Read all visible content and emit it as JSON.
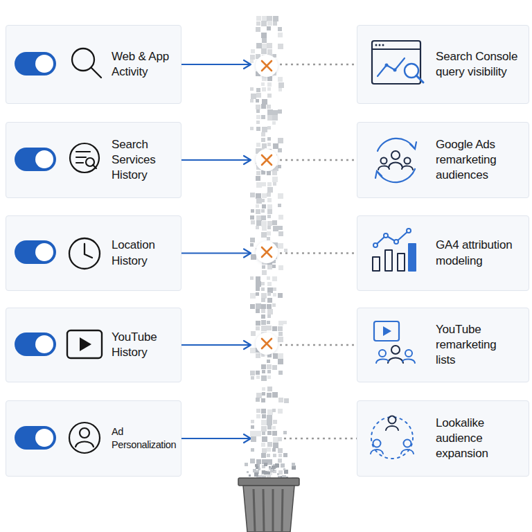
{
  "diagram": {
    "nodes": [
      {
        "text": [
          "Web & App Activity"
        ]
      },
      {
        "text": [
          "Search Services History"
        ]
      },
      {
        "text": [
          "Location History"
        ]
      },
      {
        "text": [
          "YouTube History"
        ]
      },
      {
        "text": [
          "Ad Personalization"
        ]
      },
      {
        "text": [
          "Search Console query visibility"
        ]
      },
      {
        "text": [
          "Google Ads remarketing audiences"
        ]
      },
      {
        "text": [
          "GA4 attribution modeling"
        ]
      },
      {
        "text": [
          "YouTube remarketing lists"
        ]
      },
      {
        "text": [
          "Lookalike audience expansion"
        ]
      }
    ],
    "edges": [
      {
        "from": 0,
        "to": 5,
        "arrow": "to"
      },
      {
        "from": 1,
        "to": 6,
        "arrow": "to"
      },
      {
        "from": 2,
        "to": 7,
        "arrow": "to"
      },
      {
        "from": 3,
        "to": 8,
        "arrow": "to"
      },
      {
        "from": 4,
        "to": 9,
        "arrow": "to"
      }
    ]
  }
}
